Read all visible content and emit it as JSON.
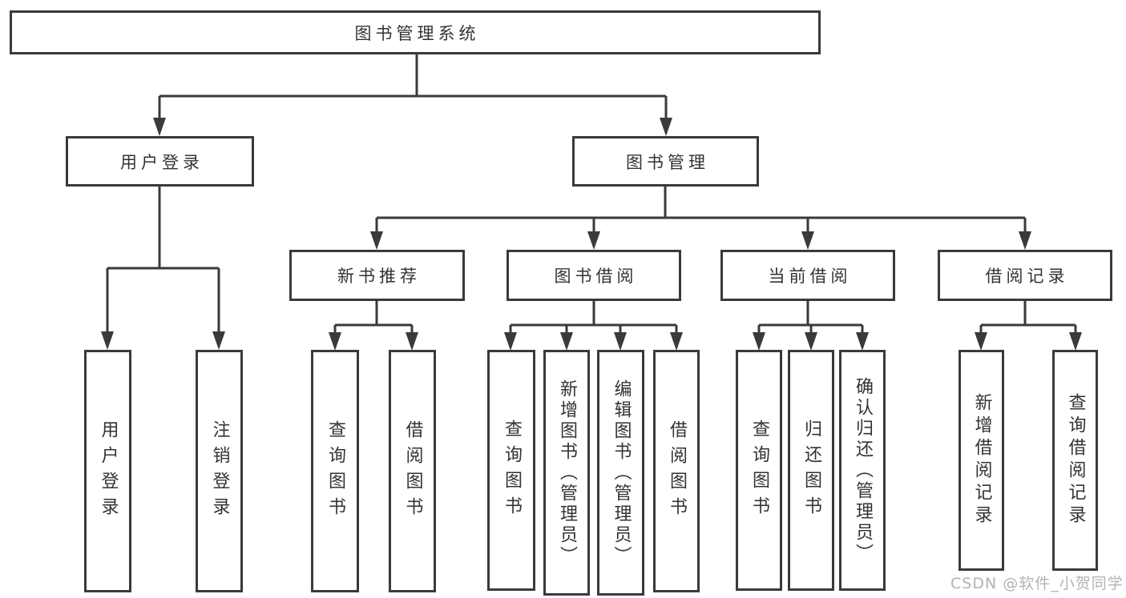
{
  "diagram": {
    "title_note": "functional structure tree",
    "root": "图书管理系统",
    "level2": [
      "用户登录",
      "图书管理"
    ],
    "level3": [
      "新书推荐",
      "图书借阅",
      "当前借阅",
      "借阅记录"
    ],
    "leaves": {
      "user_login": [
        "用户登录",
        "注销登录"
      ],
      "new_book": [
        "查询图书",
        "借阅图书"
      ],
      "book_borrow": [
        "查询图书",
        "新增图书（管理员）",
        "编辑图书（管理员）",
        "借阅图书"
      ],
      "current_borrow": [
        "查询图书",
        "归还图书",
        "确认归还（管理员）"
      ],
      "borrow_record": [
        "新增借阅记录",
        "查询借阅记录"
      ]
    },
    "watermark": "CSDN @软件_小贺同学",
    "colors": {
      "line": "#3a3a3a",
      "box_border": "#3a3a3a",
      "text": "#333333",
      "watermark": "#b3b3b3",
      "background": "#ffffff"
    }
  }
}
